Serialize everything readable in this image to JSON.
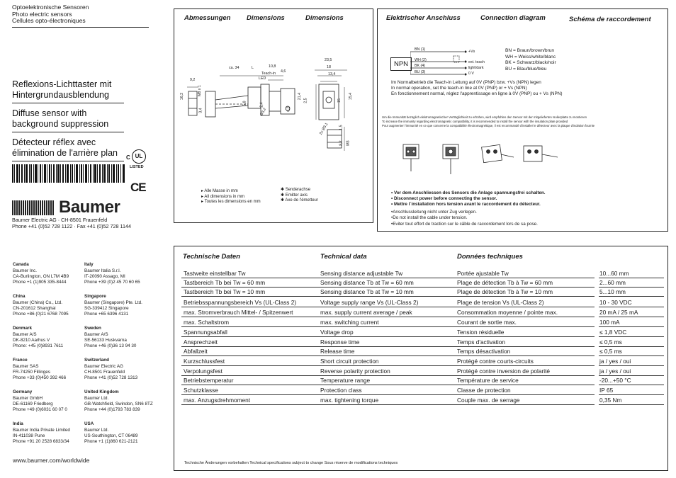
{
  "category": [
    "Optoelektronische Sensoren",
    "Photo electric sensors",
    "Cellules opto-électroniques"
  ],
  "titles": {
    "de": [
      "Reflexions-Lichttaster mit",
      "Hintergrundausblendung"
    ],
    "en": [
      "Diffuse sensor with",
      "background suppression"
    ],
    "fr": [
      "Détecteur réflex avec",
      "élimination de l'arrière plan"
    ]
  },
  "certs": {
    "ul_mark": "UL",
    "ul_sub": "LISTED",
    "c_mark": "C",
    "ce": "CE"
  },
  "brand": {
    "name": "Baumer",
    "address": "Baumer Electric AG · CH-8501 Frauenfeld",
    "phone": "Phone +41 (0)52 728 1122 · Fax +41 (0)52 728 1144"
  },
  "dimensions": {
    "headers": [
      "Abmessungen",
      "Dimensions",
      "Dimensions"
    ],
    "labels": [
      "ca. 34",
      "L",
      "Teach-in",
      "LED",
      "10,8",
      "4,6",
      "23,5",
      "18",
      "13,4",
      "9,2",
      "16,2",
      "M8 x 1",
      "3,4",
      "5,8",
      "2,4",
      "21,4",
      "6,2",
      "2,5",
      "15",
      "15,4",
      "1,5",
      "Ø3,2",
      "2x Ø3,1",
      "8,2",
      "M3"
    ],
    "legend": [
      "Alle Masse in mm",
      "All dimensions in mm",
      "Toutes les dimensions en mm"
    ],
    "legend2": [
      "Senderachse",
      "Emitter axis",
      "Axe de l'émetteur"
    ]
  },
  "connection": {
    "headers": [
      "Elektrischer Anschluss",
      "Connection diagram",
      "Schéma de raccordement"
    ],
    "npn": "NPN",
    "wires": [
      "BN (1)",
      "WH (2)",
      "BK (4)",
      "BU (3)"
    ],
    "terminals": [
      "+Vs",
      "ext. teach",
      "light/dark",
      "0 V"
    ],
    "colors": [
      "BN = Braun/brown/brun",
      "WH = Weiss/white/blanc",
      "BK = Schwarz/black/noir",
      "BU = Blau/blue/bleu"
    ],
    "teach_note": [
      "Im Normalbetrieb die Teach-in Leitung auf 0V (PNP) bzw. +Vs (NPN) legen",
      "In normal operation, set the teach-in line at 0V (PNP) or + Vs (NPN)",
      "En fonctionnement normal, réglez l'apprentissage en ligne à 0V (PNP) ou + Vs (NPN)"
    ],
    "emc_note": [
      "Um die Immunität bezüglich elektromagnetischer Verträglichkeit zu erhöhen, wird empfohlen den Sensor mit der mitgelieferten Isolierplatte zu montieren",
      "To increase the immunity regarding electromagnetic compatibility, it is recommended to install the sensor with the insulation plate provided",
      "Pour augmenter l'immunité en ce que concerne la compatibilité électromagnétique, il est recommandé d'installer le détecteur avec la plaque d'isolation fournie"
    ],
    "warnings": [
      "Vor dem Anschliessen des Sensors die Anlage spannungsfrei schalten.",
      "Disconnect power before connecting the sensor.",
      "Mettre l´installation hors tension avant le raccordement du détecteur."
    ],
    "cable_notes": [
      "Anschlussleitung nicht unter Zug verlegen.",
      "Do not install the cable under tension.",
      "Eviter tout effort de traction sur le câble de raccordement lors de sa pose."
    ]
  },
  "offices": [
    {
      "country": "Canada",
      "lines": [
        "Baumer Inc.",
        "CA-Burlington, ON L7M 4B9",
        "Phone +1 (1)905 335-8444"
      ]
    },
    {
      "country": "Italy",
      "lines": [
        "Baumer Italia S.r.l.",
        "IT-20090 Assago, MI",
        "Phone +39 (0)2 45 70 60 65"
      ]
    },
    {
      "country": "China",
      "lines": [
        "Baumer (China) Co., Ltd.",
        "CN-201612 Shanghai",
        "Phone +86 (0)21 6768 7095"
      ]
    },
    {
      "country": "Singapore",
      "lines": [
        "Baumer (Singapore) Pte. Ltd.",
        "SG-339412 Singapore",
        "Phone +65 6396 4131"
      ]
    },
    {
      "country": "Denmark",
      "lines": [
        "Baumer A/S",
        "DK-8210 Aarhus V",
        "Phone: +45 (0)8931 7611"
      ]
    },
    {
      "country": "Sweden",
      "lines": [
        "Baumer A/S",
        "SE-56133 Huskvarna",
        "Phone +46 (0)36 13 94 30"
      ]
    },
    {
      "country": "France",
      "lines": [
        "Baumer SAS",
        "FR-74250 Fillinges",
        "Phone +33 (0)450 392 466"
      ]
    },
    {
      "country": "Switzerland",
      "lines": [
        "Baumer Electric AG",
        "CH-8501 Frauenfeld",
        "Phone +41 (0)52 728 1313"
      ]
    },
    {
      "country": "Germany",
      "lines": [
        "Baumer GmbH",
        "DE-61169 Friedberg",
        "Phone +49 (0)6031 60 07 0"
      ]
    },
    {
      "country": "United Kingdom",
      "lines": [
        "Baumer Ltd.",
        "GB-Watchfield, Swindon, SN6 8TZ",
        "Phone +44 (0)1793 783 839"
      ]
    },
    {
      "country": "India",
      "lines": [
        "Baumer India Private Limited",
        "IN-411038 Pune",
        "Phone +91 20 2528 6833/34"
      ]
    },
    {
      "country": "USA",
      "lines": [
        "Baumer Ltd.",
        "US-Southington, CT 06489",
        "Phone +1 (1)860 621-2121"
      ]
    }
  ],
  "website": "www.baumer.com/worldwide",
  "specs": {
    "headers": [
      "Technische Daten",
      "Technical data",
      "Données techniques"
    ],
    "rows": [
      {
        "de": "Tastweite einstellbar Tw",
        "en": "Sensing distance adjustable Tw",
        "fr": "Portée ajustable Tw",
        "value": "10...60 mm"
      },
      {
        "de": "Tastbereich Tb bei Tw = 60 mm",
        "en": "Sensing distance Tb at Tw = 60 mm",
        "fr": "Plage de détection Tb à Tw = 60 mm",
        "value": "2...60 mm"
      },
      {
        "de": "Tastbereich Tb bei Tw = 10 mm",
        "en": "Sensing distance Tb at Tw = 10 mm",
        "fr": "Plage de détection Tb à Tw = 10 mm",
        "value": "5...10 mm"
      },
      {
        "de": "Betriebsspannungsbereich Vs (UL-Class 2)",
        "en": "Voltage supply range Vs (UL-Class 2)",
        "fr": "Plage de tension Vs (UL-Class 2)",
        "value": "10 - 30 VDC"
      },
      {
        "de": "max. Stromverbrauch Mittel- / Spitzenwert",
        "en": "max. supply current average / peak",
        "fr": "Consommation moyenne /  pointe max.",
        "value": "20 mA / 25 mA"
      },
      {
        "de": "max. Schaltstrom",
        "en": "max. switching current",
        "fr": "Courant de sortie max.",
        "value": "100 mA"
      },
      {
        "de": "Spannungsabfall",
        "en": "Voltage drop",
        "fr": "Tension résiduelle",
        "value": "≤ 1,8 VDC"
      },
      {
        "de": "Ansprechzeit",
        "en": "Response time",
        "fr": "Temps d'activation",
        "value": "≤ 0,5 ms"
      },
      {
        "de": "Abfallzeit",
        "en": "Release time",
        "fr": "Temps désactivation",
        "value": "≤ 0,5 ms"
      },
      {
        "de": "Kurzschlussfest",
        "en": "Short circuit protection",
        "fr": "Protégé contre courts-circuits",
        "value": "ja / yes / oui"
      },
      {
        "de": "Verpolungsfest",
        "en": "Reverse polarity protection",
        "fr": "Protégé contre inversion de polarité",
        "value": "ja / yes / oui"
      },
      {
        "de": "Betriebstemperatur",
        "en": "Temperature range",
        "fr": "Température de service",
        "value": "-20...+50 °C"
      },
      {
        "de": "Schutzklasse",
        "en": "Protection class",
        "fr": "Classe de protection",
        "value": "IP 65"
      },
      {
        "de": "max. Anzugsdrehmoment",
        "en": "max. tightening torque",
        "fr": "Couple max. de serrage",
        "value": "0,35 Nm"
      }
    ],
    "footer": "Technische Änderungen vorbehalten   Technical specifications subject to change  Sous réserve de modifications techniques"
  }
}
